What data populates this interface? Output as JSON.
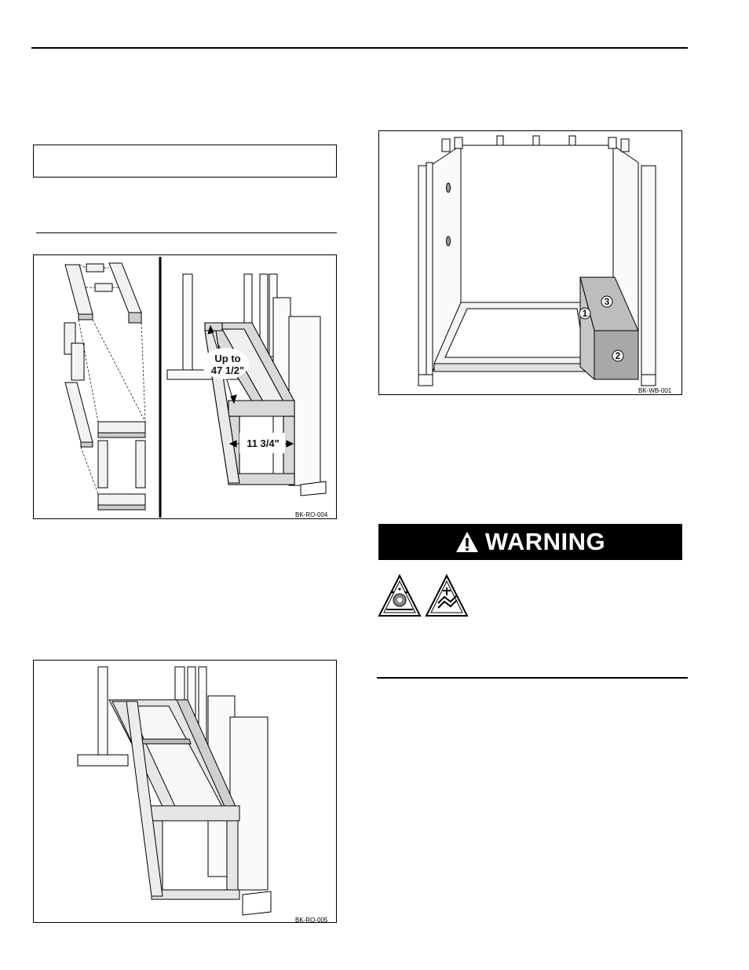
{
  "figure1": {
    "dimension_length": [
      "Up to",
      "47 1/2\""
    ],
    "dimension_width": "11 3/4\"",
    "code": "BK-RO-004"
  },
  "figure2": {
    "code": "BK-RO-005"
  },
  "figure3": {
    "callouts": [
      "1",
      "2",
      "3"
    ],
    "code": "BK-WB-001"
  },
  "warning": {
    "label": "WARNING",
    "icons": [
      "eye-protection-icon",
      "falling-hazard-icon"
    ]
  }
}
